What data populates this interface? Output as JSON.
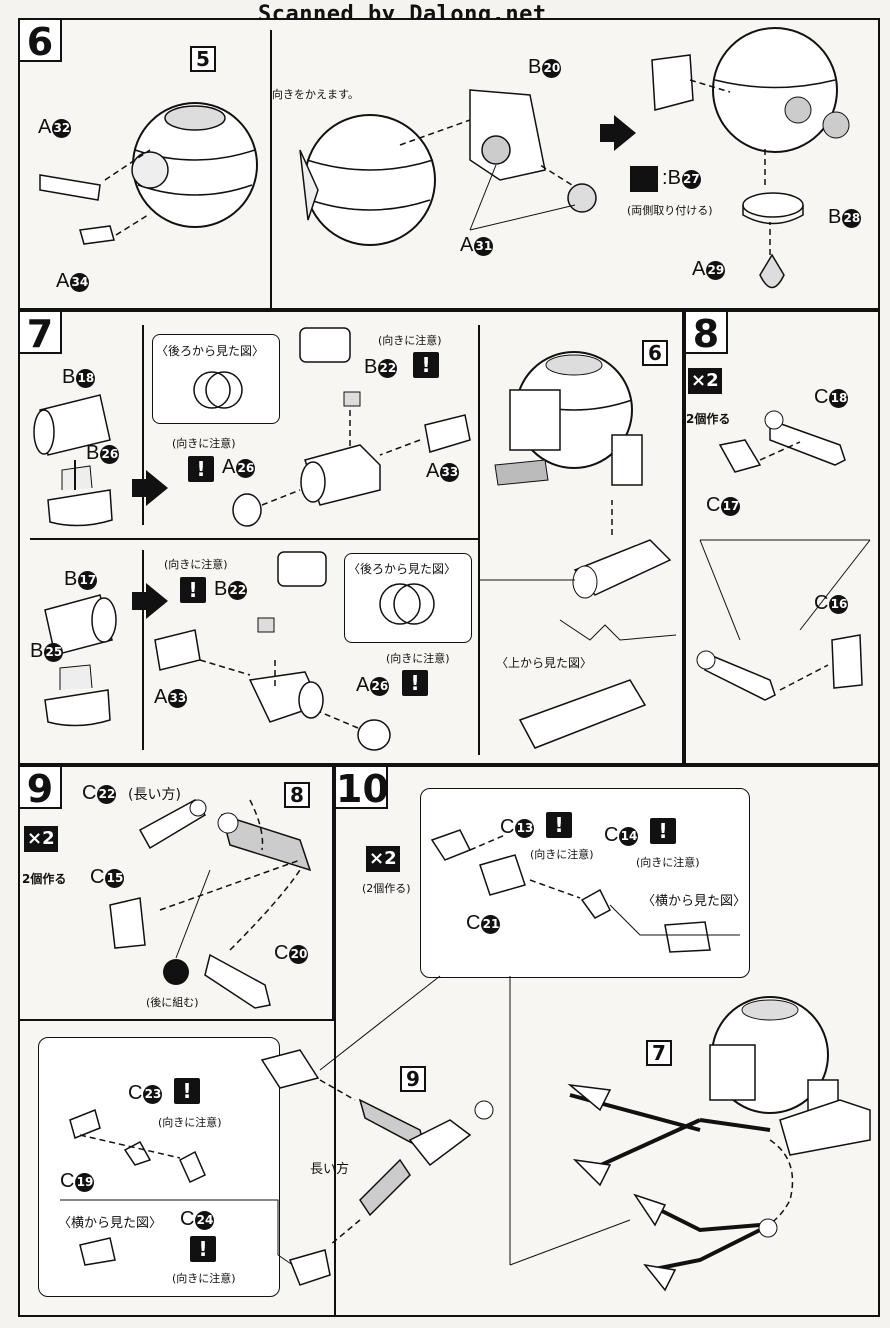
{
  "header": {
    "watermark": "Scanned by Dalong.net"
  },
  "steps": {
    "s6": {
      "number": "6",
      "ref": "5",
      "parts": {
        "a32": [
          "A",
          "32"
        ],
        "a34": [
          "A",
          "34"
        ],
        "b20": [
          "B",
          "20"
        ],
        "a31": [
          "A",
          "31"
        ],
        "b27": [
          "B",
          "27"
        ],
        "b28": [
          "B",
          "28"
        ],
        "a29": [
          "A",
          "29"
        ]
      },
      "note_turn": "向きをかえます。",
      "note_both_sides": "(両側取り付ける)"
    },
    "s7": {
      "number": "7",
      "ref": "6",
      "parts": {
        "b18": [
          "B",
          "18"
        ],
        "b26": [
          "B",
          "26"
        ],
        "b22a": [
          "B",
          "22"
        ],
        "a26a": [
          "A",
          "26"
        ],
        "a33a": [
          "A",
          "33"
        ],
        "b17": [
          "B",
          "17"
        ],
        "b25": [
          "B",
          "25"
        ],
        "b22b": [
          "B",
          "22"
        ],
        "a33b": [
          "A",
          "33"
        ],
        "a26b": [
          "A",
          "26"
        ]
      },
      "back_view": "〈後ろから見た図〉",
      "caution": "(向きに注意)",
      "top_view": "〈上から見た図〉"
    },
    "s8": {
      "number": "8",
      "x2": "×2",
      "make_two": "2個作る",
      "parts": {
        "c18": [
          "C",
          "18"
        ],
        "c17": [
          "C",
          "17"
        ],
        "c16": [
          "C",
          "16"
        ]
      }
    },
    "s9": {
      "number": "9",
      "x2": "×2",
      "make_two": "2個作る",
      "ref": "8",
      "parts": {
        "c22": [
          "C",
          "22"
        ],
        "c15": [
          "C",
          "15"
        ],
        "c20": [
          "C",
          "20"
        ]
      },
      "long_side": "(長い方)",
      "assemble_later": "(後に組む)"
    },
    "s10": {
      "number": "10",
      "x2": "×2",
      "make_two": "(2個作る)",
      "ref_9": "9",
      "ref_7": "7",
      "parts": {
        "c13": [
          "C",
          "13"
        ],
        "c14": [
          "C",
          "14"
        ],
        "c21": [
          "C",
          "21"
        ],
        "c23": [
          "C",
          "23"
        ],
        "c19": [
          "C",
          "19"
        ],
        "c24": [
          "C",
          "24"
        ]
      },
      "caution": "(向きに注意)",
      "side_view": "〈横から見た図〉",
      "long_side": "長い方"
    }
  },
  "icons": [
    "warning-icon",
    "arrow-icon",
    "both-sides-icon"
  ]
}
